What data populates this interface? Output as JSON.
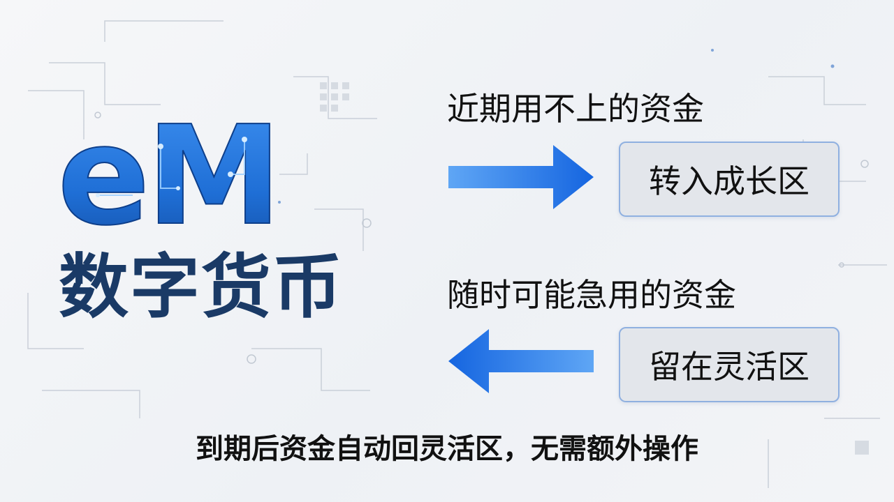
{
  "brand": {
    "logo_text": "eM",
    "title": "数字货币"
  },
  "flows": [
    {
      "label": "近期用不上的资金",
      "direction": "right",
      "zone": "转入成长区"
    },
    {
      "label": "随时可能急用的资金",
      "direction": "left",
      "zone": "留在灵活区"
    }
  ],
  "footer": {
    "note": "到期后资金自动回灵活区，无需额外操作"
  },
  "colors": {
    "logo_blue": "#1f6fd6",
    "title_navy": "#1a3a66",
    "arrow_blue": "#1565e0",
    "box_border": "#8fb0e0",
    "box_fill": "#e3e6eb"
  }
}
